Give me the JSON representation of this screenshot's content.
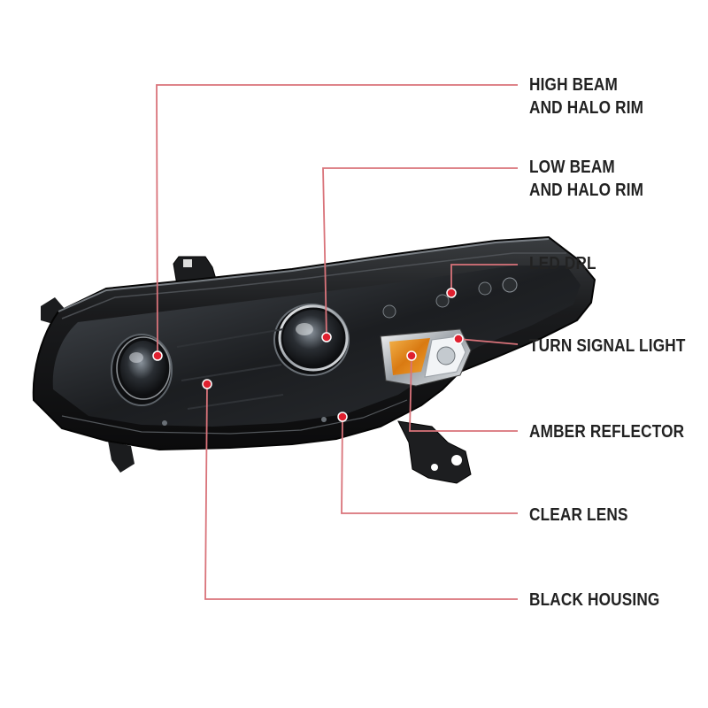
{
  "colors": {
    "leader": "#d9737a",
    "dot": "#e0202f",
    "housing": "#151617",
    "label_text": "#222222",
    "amber": "#e08a1e"
  },
  "callouts": {
    "high_beam": {
      "line1": "HIGH BEAM",
      "line2": "AND HALO RIM"
    },
    "low_beam": {
      "line1": "LOW BEAM",
      "line2": "AND HALO RIM"
    },
    "led_drl": {
      "line1": "LED DRL"
    },
    "turn_signal": {
      "line1": "TURN SIGNAL LIGHT"
    },
    "amber_reflector": {
      "line1": "AMBER REFLECTOR"
    },
    "clear_lens": {
      "line1": "CLEAR LENS"
    },
    "black_housing": {
      "line1": "BLACK HOUSING"
    }
  }
}
